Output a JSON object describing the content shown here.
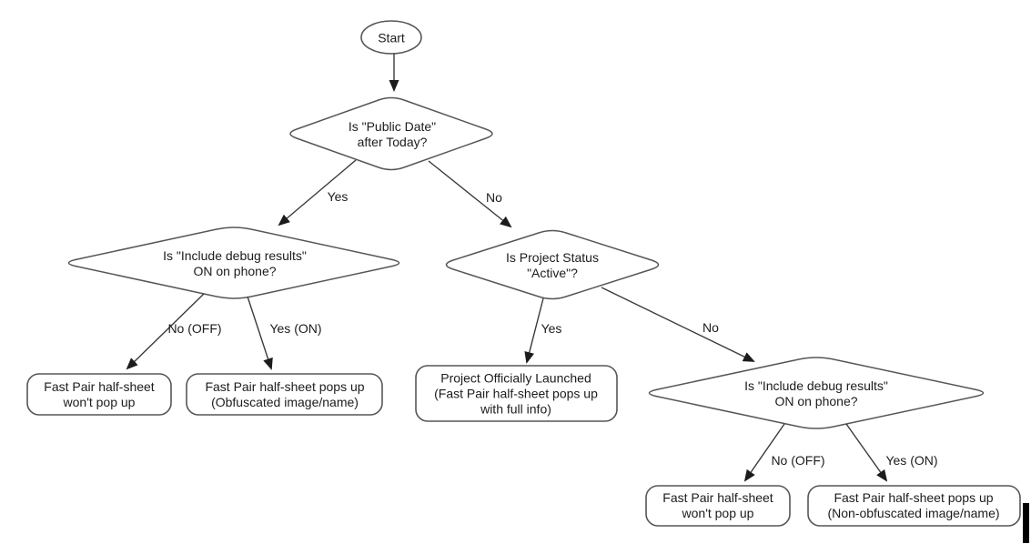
{
  "colors": {
    "background": "#ffffff",
    "shape_outline": "#565656",
    "arrow": "#3a3a3a",
    "text": "#1c1c1c"
  },
  "nodes": {
    "start": {
      "label": "Start"
    },
    "decision_public_date": {
      "line1": "Is \"Public Date\"",
      "line2": "after Today?"
    },
    "decision_debug_left": {
      "line1": "Is \"Include debug results\"",
      "line2": "ON on phone?"
    },
    "decision_project_status": {
      "line1": "Is Project Status",
      "line2": "\"Active\"?"
    },
    "decision_debug_right": {
      "line1": "Is \"Include debug results\"",
      "line2": "ON on phone?"
    },
    "result_wont_popup_left": {
      "line1": "Fast Pair half-sheet",
      "line2": "won't pop up"
    },
    "result_obfuscated": {
      "line1": "Fast Pair half-sheet pops up",
      "line2": "(Obfuscated image/name)"
    },
    "result_launched": {
      "line1": "Project Officially Launched",
      "line2": "(Fast Pair half-sheet pops up",
      "line3": "with full info)"
    },
    "result_wont_popup_right": {
      "line1": "Fast Pair half-sheet",
      "line2": "won't pop up"
    },
    "result_non_obfuscated": {
      "line1": "Fast Pair half-sheet pops up",
      "line2": "(Non-obfuscated image/name)"
    }
  },
  "edges": {
    "yes_public_date": "Yes",
    "no_public_date": "No",
    "no_off_left": "No (OFF)",
    "yes_on_left": "Yes (ON)",
    "yes_active": "Yes",
    "no_active": "No",
    "no_off_right": "No (OFF)",
    "yes_on_right": "Yes (ON)"
  }
}
